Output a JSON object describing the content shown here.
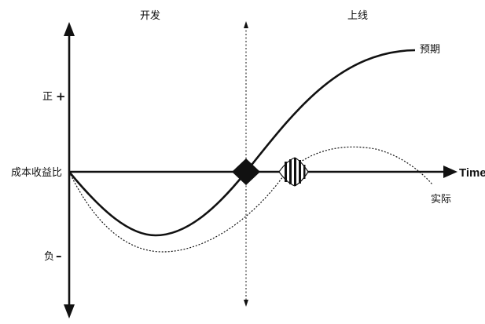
{
  "phases": {
    "development": "开发",
    "launch": "上线"
  },
  "y_axis": {
    "label": "成本收益比",
    "positive_label": "正",
    "positive_sign": "+",
    "negative_label": "负",
    "negative_sign": "–"
  },
  "x_axis": {
    "label": "Time"
  },
  "curves": {
    "expected_label": "预期",
    "actual_label": "实际"
  },
  "colors": {
    "ink": "#111111",
    "background": "#ffffff"
  }
}
